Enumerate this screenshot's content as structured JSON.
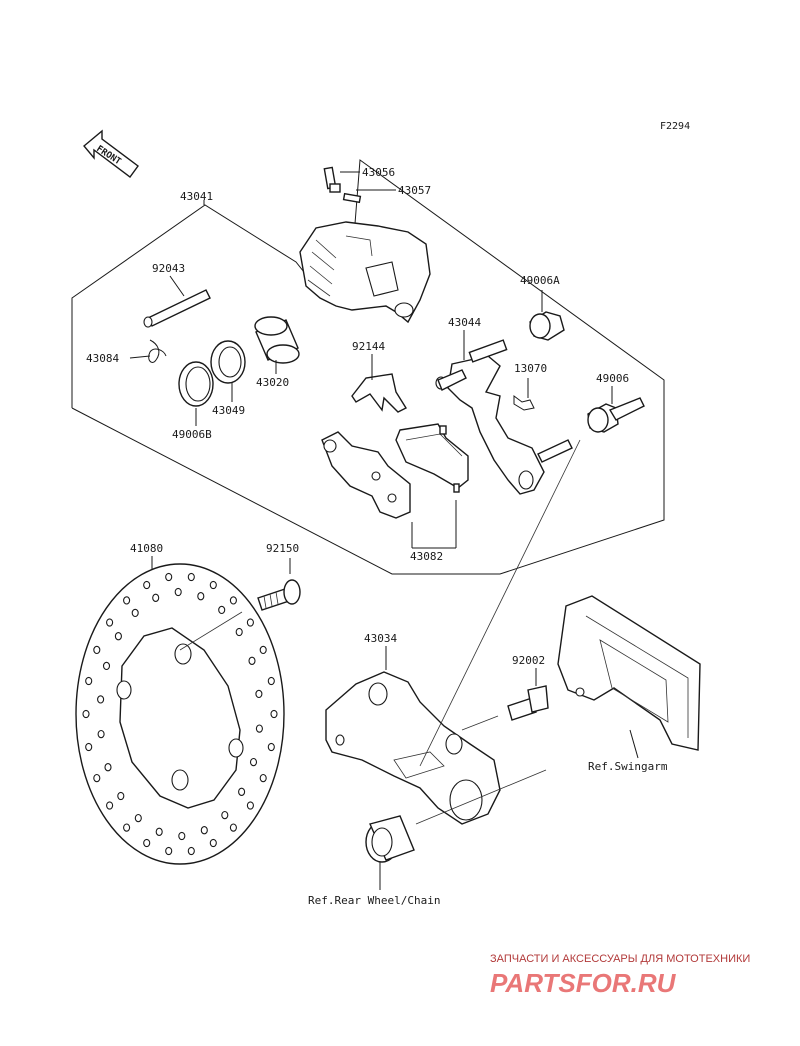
{
  "diagram": {
    "code": "F2294",
    "front_label": "FRONT",
    "parts": {
      "p43041": "43041",
      "p43056": "43056",
      "p43057": "43057",
      "p92043": "92043",
      "p43084": "43084",
      "p43020": "43020",
      "p43049": "43049",
      "p49006B": "49006B",
      "p92144": "92144",
      "p43044": "43044",
      "p49006A": "49006A",
      "p13070": "13070",
      "p49006": "49006",
      "p43082": "43082",
      "p41080": "41080",
      "p92150": "92150",
      "p43034": "43034",
      "p92002": "92002"
    },
    "refs": {
      "swingarm": "Ref.Swingarm",
      "rear_wheel": "Ref.Rear Wheel/Chain"
    }
  },
  "watermark": {
    "tagline": "ЗАПЧАСТИ И АКСЕССУАРЫ ДЛЯ МОТОТЕХНИКИ",
    "site": "PARTSFOR.RU"
  }
}
